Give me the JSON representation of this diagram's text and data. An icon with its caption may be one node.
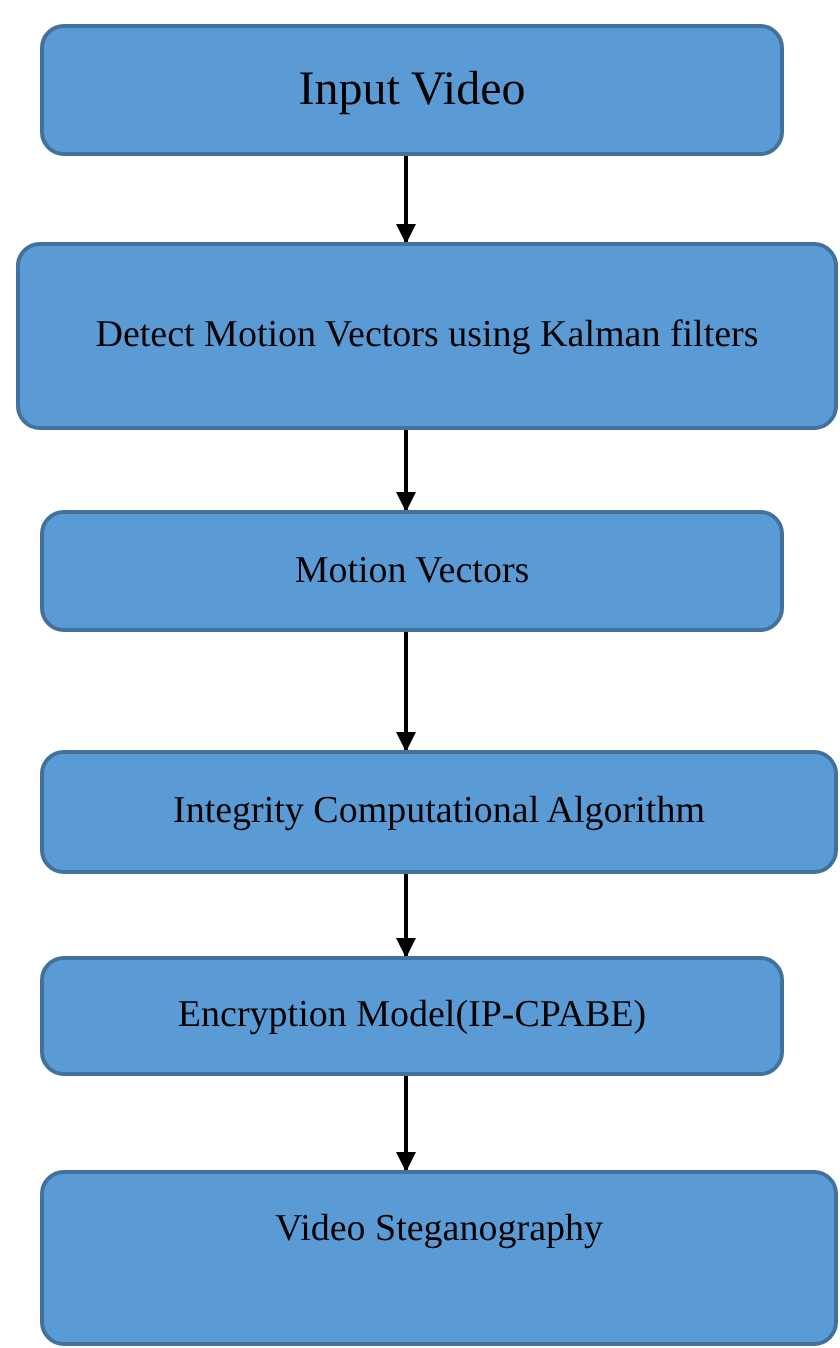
{
  "diagram": {
    "nodes": [
      {
        "text": [
          "Input Video"
        ]
      },
      {
        "text": [
          "Detect Motion Vectors using Kalman filters"
        ]
      },
      {
        "text": [
          "Motion Vectors"
        ]
      },
      {
        "text": [
          "Integrity Computational Algorithm"
        ]
      },
      {
        "text": [
          "Encryption Model(IP-CPABE)"
        ]
      },
      {
        "text": [
          "Video Steganography"
        ]
      }
    ],
    "edges": [
      {
        "from": 0,
        "to": 1,
        "arrow": "to"
      },
      {
        "from": 1,
        "to": 2,
        "arrow": "to"
      },
      {
        "from": 2,
        "to": 3,
        "arrow": "to"
      },
      {
        "from": 3,
        "to": 4,
        "arrow": "to"
      },
      {
        "from": 4,
        "to": 5,
        "arrow": "to"
      }
    ]
  }
}
